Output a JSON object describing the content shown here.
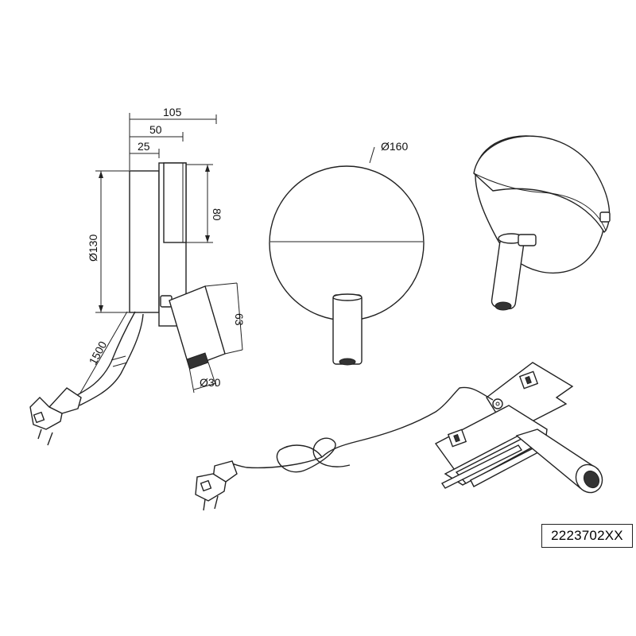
{
  "dimensions": {
    "width_total": "105",
    "width_mid": "50",
    "width_small": "25",
    "height_80": "80",
    "diameter_130": "Ø130",
    "cable_length": "1500",
    "head_length": "63",
    "head_diameter": "Ø30",
    "plate_diameter": "Ø160"
  },
  "model_number": "2223702XX"
}
